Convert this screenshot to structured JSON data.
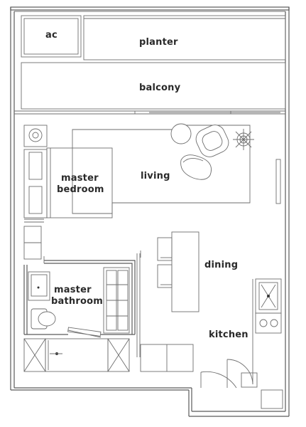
{
  "rooms": {
    "ac": "ac",
    "planter": "planter",
    "balcony": "balcony",
    "master_bedroom_line1": "master",
    "master_bedroom_line2": "bedroom",
    "living": "living",
    "dining": "dining",
    "master_bathroom_line1": "master",
    "master_bathroom_line2": "bathroom",
    "kitchen": "kitchen"
  }
}
